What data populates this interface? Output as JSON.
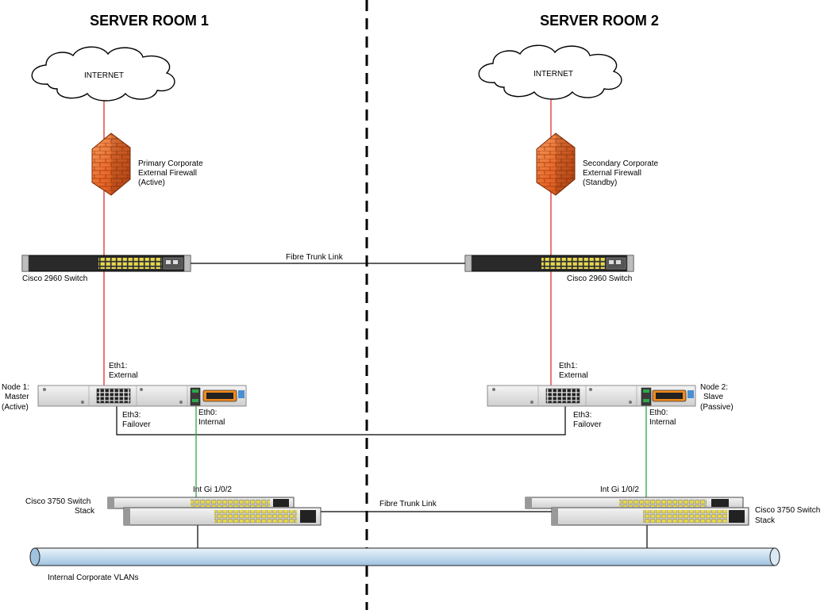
{
  "rooms": {
    "room1_title": "SERVER ROOM 1",
    "room2_title": "SERVER ROOM 2"
  },
  "internet": {
    "left_label": "INTERNET",
    "right_label": "INTERNET"
  },
  "firewalls": {
    "primary": [
      "Primary Corporate",
      "External Firewall",
      "(Active)"
    ],
    "secondary": [
      "Secondary Corporate",
      "External Firewall",
      "(Standby)"
    ]
  },
  "switches_2960": {
    "left_label": "Cisco 2960 Switch",
    "right_label": "Cisco 2960 Switch"
  },
  "trunk_links": {
    "top_label": "Fibre Trunk Link",
    "bottom_label": "Fibre Trunk Link"
  },
  "nodes": {
    "node1": {
      "name": [
        "Node 1:",
        "Master",
        "(Active)"
      ],
      "eth1": [
        "Eth1:",
        "External"
      ],
      "eth3": [
        "Eth3:",
        "Failover"
      ],
      "eth0": [
        "Eth0:",
        "Internal"
      ]
    },
    "node2": {
      "name": [
        "Node 2:",
        "Slave",
        "(Passive)"
      ],
      "eth1": [
        "Eth1:",
        "External"
      ],
      "eth3": [
        "Eth3:",
        "Failover"
      ],
      "eth0": [
        "Eth0:",
        "Internal"
      ]
    }
  },
  "switches_3750": {
    "left_label": [
      "Cisco 3750 Switch",
      "Stack"
    ],
    "right_label": [
      "Cisco 3750 Switch",
      "Stack"
    ],
    "left_port": "Int Gi 1/0/2",
    "right_port": "Int Gi 1/0/2"
  },
  "backbone": {
    "label": "Internal Corporate VLANs"
  },
  "colors": {
    "external_link": "#e03030",
    "internal_link": "#2ea84a",
    "trunk_link": "#000000",
    "backbone_fill": "#cfe3f2",
    "firewall": "#e8682a"
  }
}
